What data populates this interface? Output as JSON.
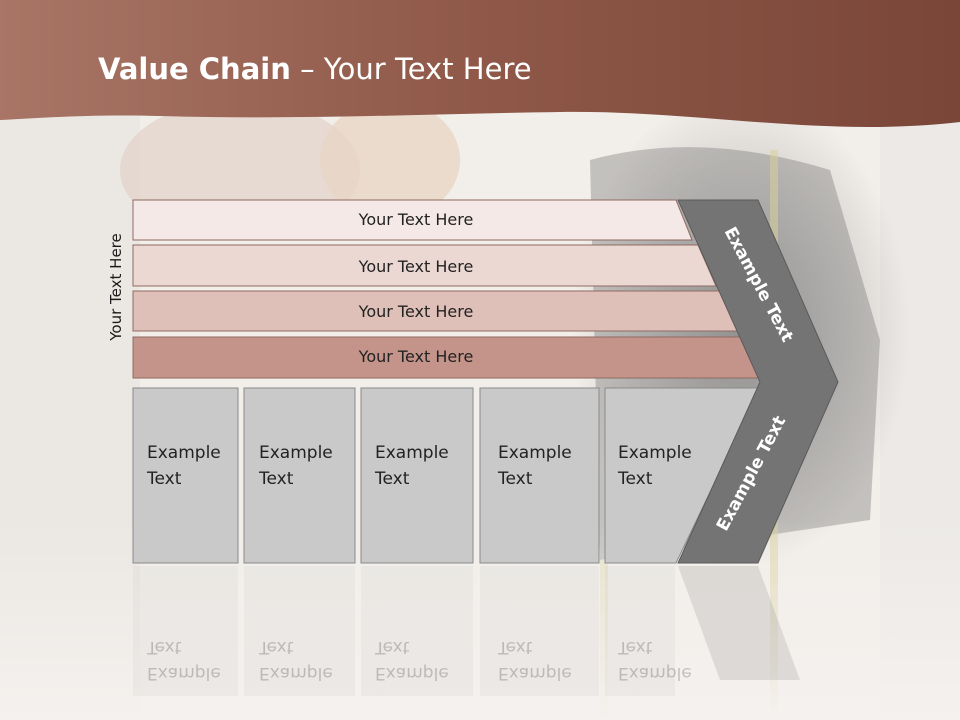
{
  "slide": {
    "title_bold": "Value Chain",
    "title_rest": " – Your Text Here",
    "vertical_label": "Your Text Here"
  },
  "bars": [
    {
      "label": "Your Text Here",
      "fill": "#f4e9e6"
    },
    {
      "label": "Your Text Here",
      "fill": "#ecd8d3"
    },
    {
      "label": "Your Text Here",
      "fill": "#dfc0b8"
    },
    {
      "label": "Your Text Here",
      "fill": "#c4948a"
    }
  ],
  "boxes": [
    {
      "line1": "Example",
      "line2": "Text"
    },
    {
      "line1": "Example",
      "line2": "Text"
    },
    {
      "line1": "Example",
      "line2": "Text"
    },
    {
      "line1": "Example",
      "line2": "Text"
    },
    {
      "line1": "Example",
      "line2": "Text"
    }
  ],
  "chevron": {
    "upper_label": "Example Text",
    "lower_label": "Example Text",
    "fill": "#747474"
  },
  "colors": {
    "header": "#9c5f50",
    "box_fill": "#c9c9c9"
  }
}
